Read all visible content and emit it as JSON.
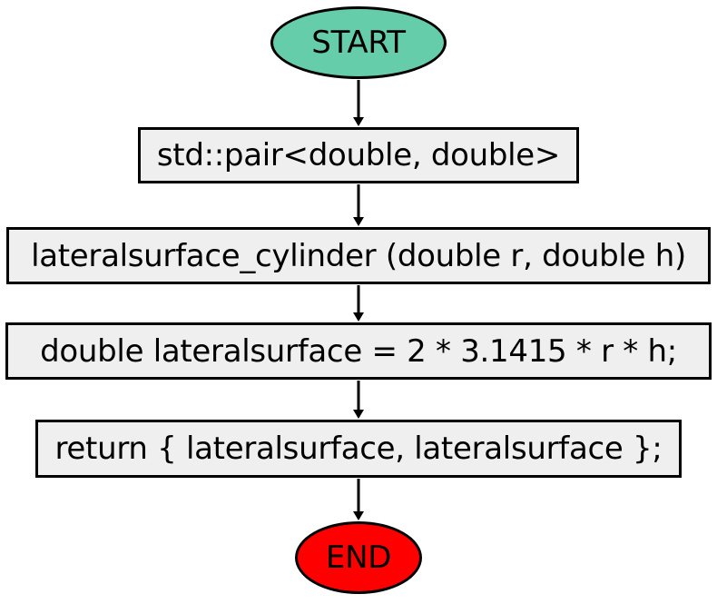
{
  "flowchart": {
    "start": {
      "label": "START",
      "color": "#66cdaa"
    },
    "steps": [
      {
        "label": "std::pair<double, double>"
      },
      {
        "label": "lateralsurface_cylinder (double r, double h)"
      },
      {
        "label": "double lateralsurface = 2 * 3.1415 * r * h;"
      },
      {
        "label": "return { lateralsurface, lateralsurface };"
      }
    ],
    "end": {
      "label": "END",
      "color": "#ff0000"
    },
    "step_fill": "#efefef",
    "edge_color": "#000000"
  }
}
